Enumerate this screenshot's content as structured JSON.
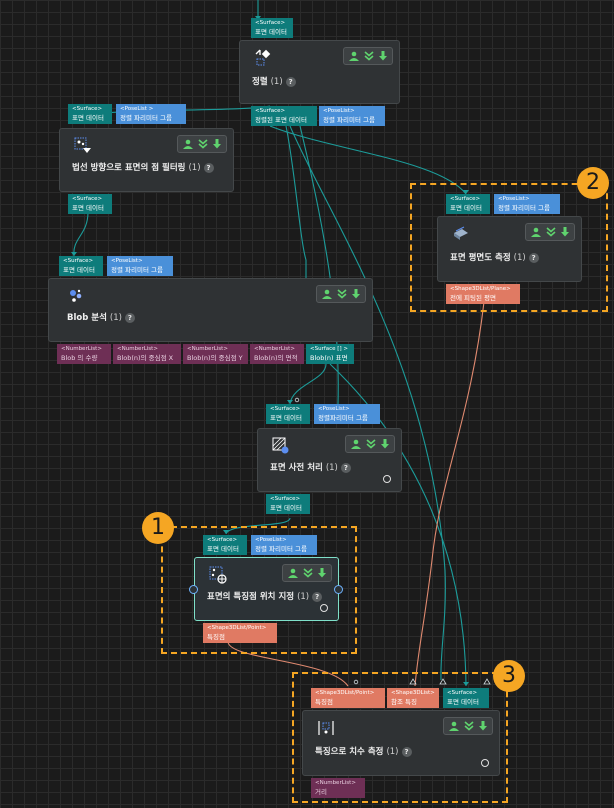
{
  "nodes": {
    "sort": {
      "title": "정렬",
      "count": "(1)",
      "help": "?",
      "in_ports": [
        {
          "type": "<Surface>",
          "label": "표면 데이터"
        }
      ],
      "out_ports": [
        {
          "type": "<Surface>",
          "label": "정렬된 표면 데이터"
        },
        {
          "type": "<PoseList>",
          "label": "정렬 파리미터 그룹"
        }
      ]
    },
    "filter": {
      "title": "법선 방향으로 표면의 점 필터링",
      "count": "(1)",
      "help": "?",
      "in_ports": [
        {
          "type": "<Surface>",
          "label": "표면 데이터"
        },
        {
          "type": "<PoseList >",
          "label": "정렬 파리미터 그룹"
        }
      ],
      "out_ports": [
        {
          "type": "<Surface>",
          "label": "표면 데이터"
        }
      ]
    },
    "flatness": {
      "title": "표면 평면도 측정",
      "count": "(1)",
      "help": "?",
      "in_ports": [
        {
          "type": "<Surface>",
          "label": "표면 데이터"
        },
        {
          "type": "<PoseList>",
          "label": "정렬 파리미터 그룹"
        }
      ],
      "out_ports": [
        {
          "type": "<Shape3DList/Plane>",
          "label": "전에 피팅된 평면"
        }
      ]
    },
    "blob": {
      "title": "Blob 분석",
      "count": "(1)",
      "help": "?",
      "in_ports": [
        {
          "type": "<Surface>",
          "label": "표면 데이터"
        },
        {
          "type": "<PoseList>",
          "label": "정렬 파리미터 그룹"
        }
      ],
      "out_ports": [
        {
          "type": "<NumberList>",
          "label": "Blob 의 수량"
        },
        {
          "type": "<NumberList>",
          "label": "Blob(n)의 중심점 X"
        },
        {
          "type": "<NumberList>",
          "label": "Blob(n)의 중심점 Y"
        },
        {
          "type": "<NumberList>",
          "label": "Blob(n)의 면적"
        },
        {
          "type": "<Surface [] >",
          "label": "Blob(n) 표면"
        }
      ]
    },
    "preprocess": {
      "title": "표면 사전 처리",
      "count": "(1)",
      "help": "?",
      "in_ports": [
        {
          "type": "<Surface>",
          "label": "표면 데이터"
        },
        {
          "type": "<PoseList>",
          "label": "정렬파리미터 그룹"
        }
      ],
      "out_ports": [
        {
          "type": "<Surface>",
          "label": "표면 데이터"
        }
      ]
    },
    "feature": {
      "title": "표면의 특징점 위치 지정",
      "count": "(1)",
      "help": "?",
      "in_ports": [
        {
          "type": "<Surface>",
          "label": "표면 데이터"
        },
        {
          "type": "<PoseList>",
          "label": "정렬 파리미터 그룹"
        }
      ],
      "out_ports": [
        {
          "type": "<Shape3DList/Point>",
          "label": "특징점"
        }
      ]
    },
    "measure": {
      "title": "특징으로 치수 측정",
      "count": "(1)",
      "help": "?",
      "in_ports": [
        {
          "type": "<Shape3DList/Point>",
          "label": "특징점"
        },
        {
          "type": "<Shape3DList>",
          "label": "참조 특징"
        },
        {
          "type": "<Surface>",
          "label": "표면 데이터"
        }
      ],
      "out_ports": [
        {
          "type": "<NumberList>",
          "label": "거리"
        }
      ]
    }
  },
  "top_port": {
    "type": "<Surface>",
    "label": "표면 데이터"
  },
  "badges": {
    "one": "1",
    "two": "2",
    "three": "3"
  },
  "colors": {
    "surface": "#0e7c7b",
    "poselist": "#4a90d9",
    "numberlist": "#6e2f55",
    "shape3d": "#e07a63",
    "selection": "#f5a623",
    "wire_teal": "#1c9c9a",
    "wire_salmon": "#e08a70"
  },
  "icons": {
    "eye": "eye-icon",
    "double_chevron": "double-chevron-down-icon",
    "download": "download-arrow-icon",
    "help": "help-icon",
    "spinner": "progress-circle-icon"
  }
}
